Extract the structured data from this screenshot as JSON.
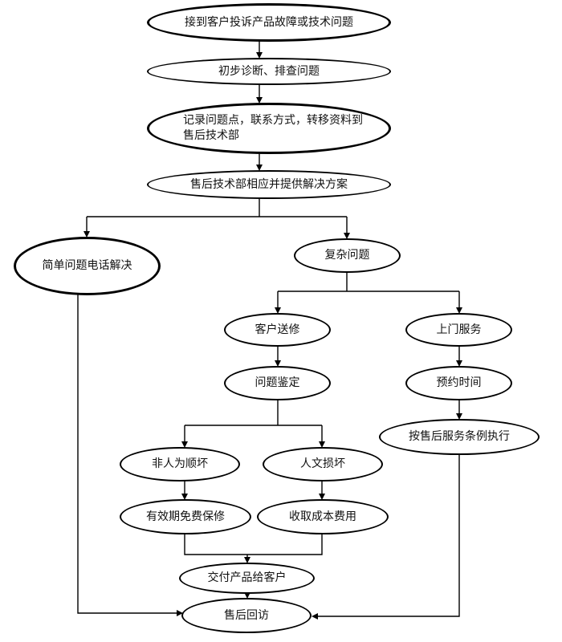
{
  "nodes": {
    "receive": "接到客户投诉产品故障或技术问题",
    "diagnose": "初步诊断、排查问题",
    "record": "记录问题点，联系方式，转移资料到售后技术部",
    "solution": "售后技术部相应并提供解决方案",
    "simple": "简单问题电话解决",
    "complex": "复杂问题",
    "send_repair": "客户送修",
    "onsite": "上门服务",
    "appraisal": "问题鉴定",
    "appointment": "预约时间",
    "terms": "按售后服务条例执行",
    "non_human": "非人为顺坏",
    "human": "人文损坏",
    "warranty": "有效期免费保修",
    "charge": "收取成本费用",
    "deliver": "交付产品给客户",
    "revisit": "售后回访"
  }
}
